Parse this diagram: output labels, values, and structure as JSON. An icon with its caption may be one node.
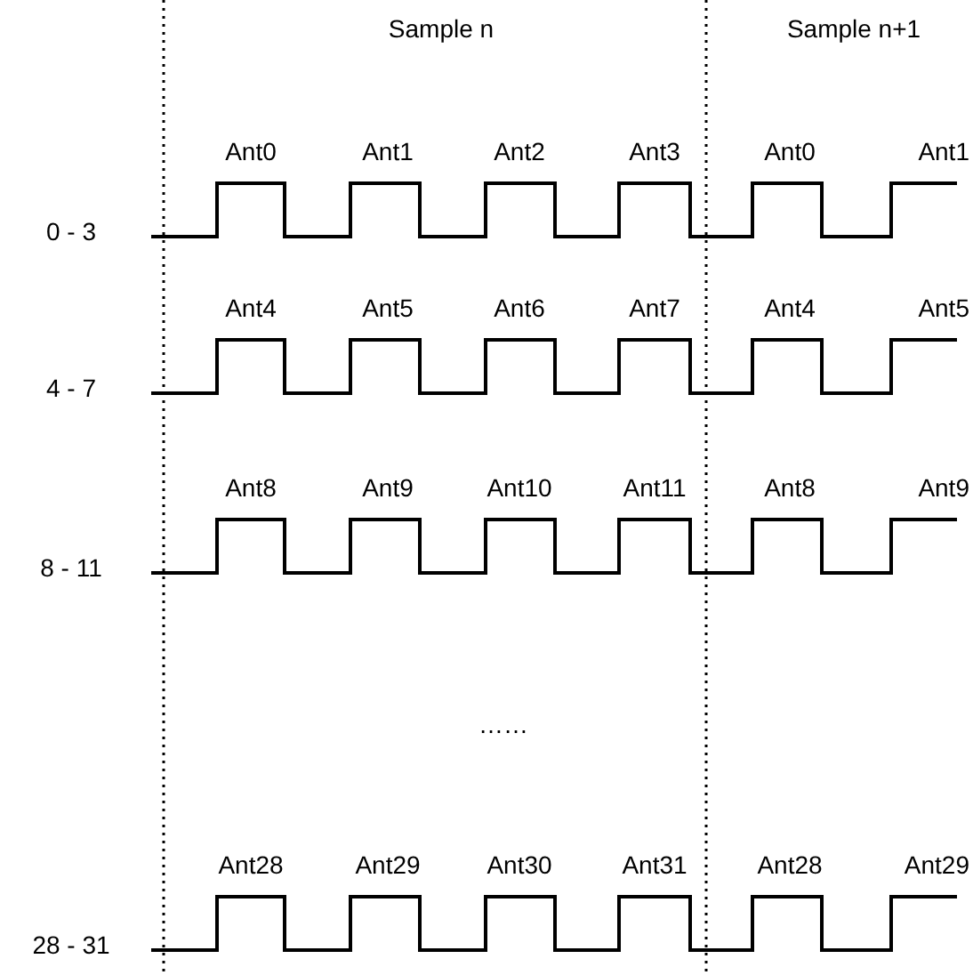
{
  "diagram": {
    "labels": [
      "Sample n",
      "Sample n+1",
      "Ant0",
      "Ant1",
      "Ant2",
      "Ant3",
      "Ant0",
      "Ant1",
      "0 - 3",
      "Ant4",
      "Ant5",
      "Ant6",
      "Ant7",
      "Ant4",
      "Ant5",
      "4 - 7",
      "Ant8",
      "Ant9",
      "Ant10",
      "Ant11",
      "Ant8",
      "Ant9",
      "8 - 11",
      "……",
      "Ant28",
      "Ant29",
      "Ant30",
      "Ant31",
      "Ant28",
      "Ant29",
      "28 - 31"
    ]
  }
}
